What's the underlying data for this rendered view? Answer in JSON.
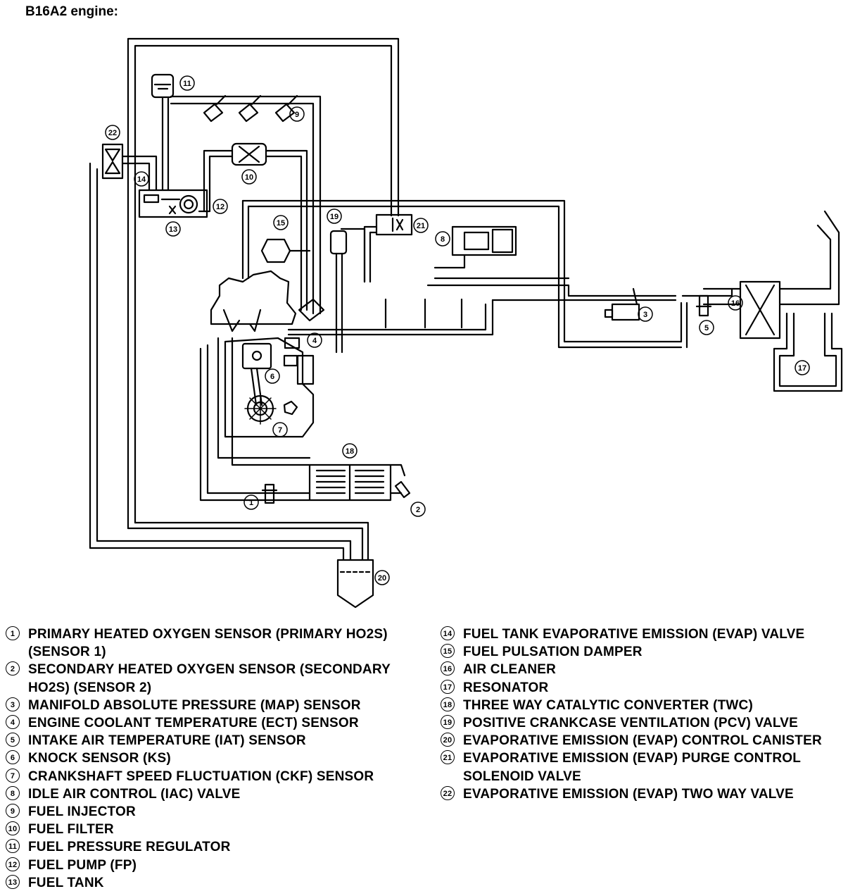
{
  "title": "B16A2 engine:",
  "callouts": [
    "1",
    "2",
    "3",
    "4",
    "5",
    "6",
    "7",
    "8",
    "9",
    "10",
    "11",
    "12",
    "13",
    "14",
    "15",
    "16",
    "17",
    "18",
    "19",
    "20",
    "21",
    "22"
  ],
  "legend_left": [
    {
      "num": "1",
      "text": "PRIMARY HEATED OXYGEN SENSOR (PRIMARY HO2S) (SENSOR 1)"
    },
    {
      "num": "2",
      "text": "SECONDARY HEATED OXYGEN SENSOR (SECONDARY HO2S) (SENSOR 2)"
    },
    {
      "num": "3",
      "text": "MANIFOLD ABSOLUTE PRESSURE (MAP) SENSOR"
    },
    {
      "num": "4",
      "text": "ENGINE COOLANT TEMPERATURE (ECT) SENSOR"
    },
    {
      "num": "5",
      "text": "INTAKE AIR TEMPERATURE (IAT) SENSOR"
    },
    {
      "num": "6",
      "text": "KNOCK SENSOR (KS)"
    },
    {
      "num": "7",
      "text": "CRANKSHAFT SPEED FLUCTUATION (CKF) SENSOR"
    },
    {
      "num": "8",
      "text": "IDLE AIR CONTROL (IAC) VALVE"
    },
    {
      "num": "9",
      "text": "FUEL INJECTOR"
    },
    {
      "num": "10",
      "text": "FUEL FILTER"
    },
    {
      "num": "11",
      "text": "FUEL PRESSURE REGULATOR"
    },
    {
      "num": "12",
      "text": "FUEL PUMP (FP)"
    },
    {
      "num": "13",
      "text": "FUEL TANK"
    }
  ],
  "legend_right": [
    {
      "num": "14",
      "text": "FUEL TANK EVAPORATIVE EMISSION (EVAP) VALVE"
    },
    {
      "num": "15",
      "text": "FUEL PULSATION DAMPER"
    },
    {
      "num": "16",
      "text": "AIR CLEANER"
    },
    {
      "num": "17",
      "text": "RESONATOR"
    },
    {
      "num": "18",
      "text": "THREE WAY CATALYTIC CONVERTER (TWC)"
    },
    {
      "num": "19",
      "text": "POSITIVE CRANKCASE VENTILATION (PCV) VALVE"
    },
    {
      "num": "20",
      "text": "EVAPORATIVE EMISSION (EVAP) CONTROL CANISTER"
    },
    {
      "num": "21",
      "text": "EVAPORATIVE EMISSION (EVAP) PURGE CONTROL SOLENOID VALVE"
    },
    {
      "num": "22",
      "text": "EVAPORATIVE EMISSION (EVAP) TWO WAY VALVE"
    }
  ]
}
